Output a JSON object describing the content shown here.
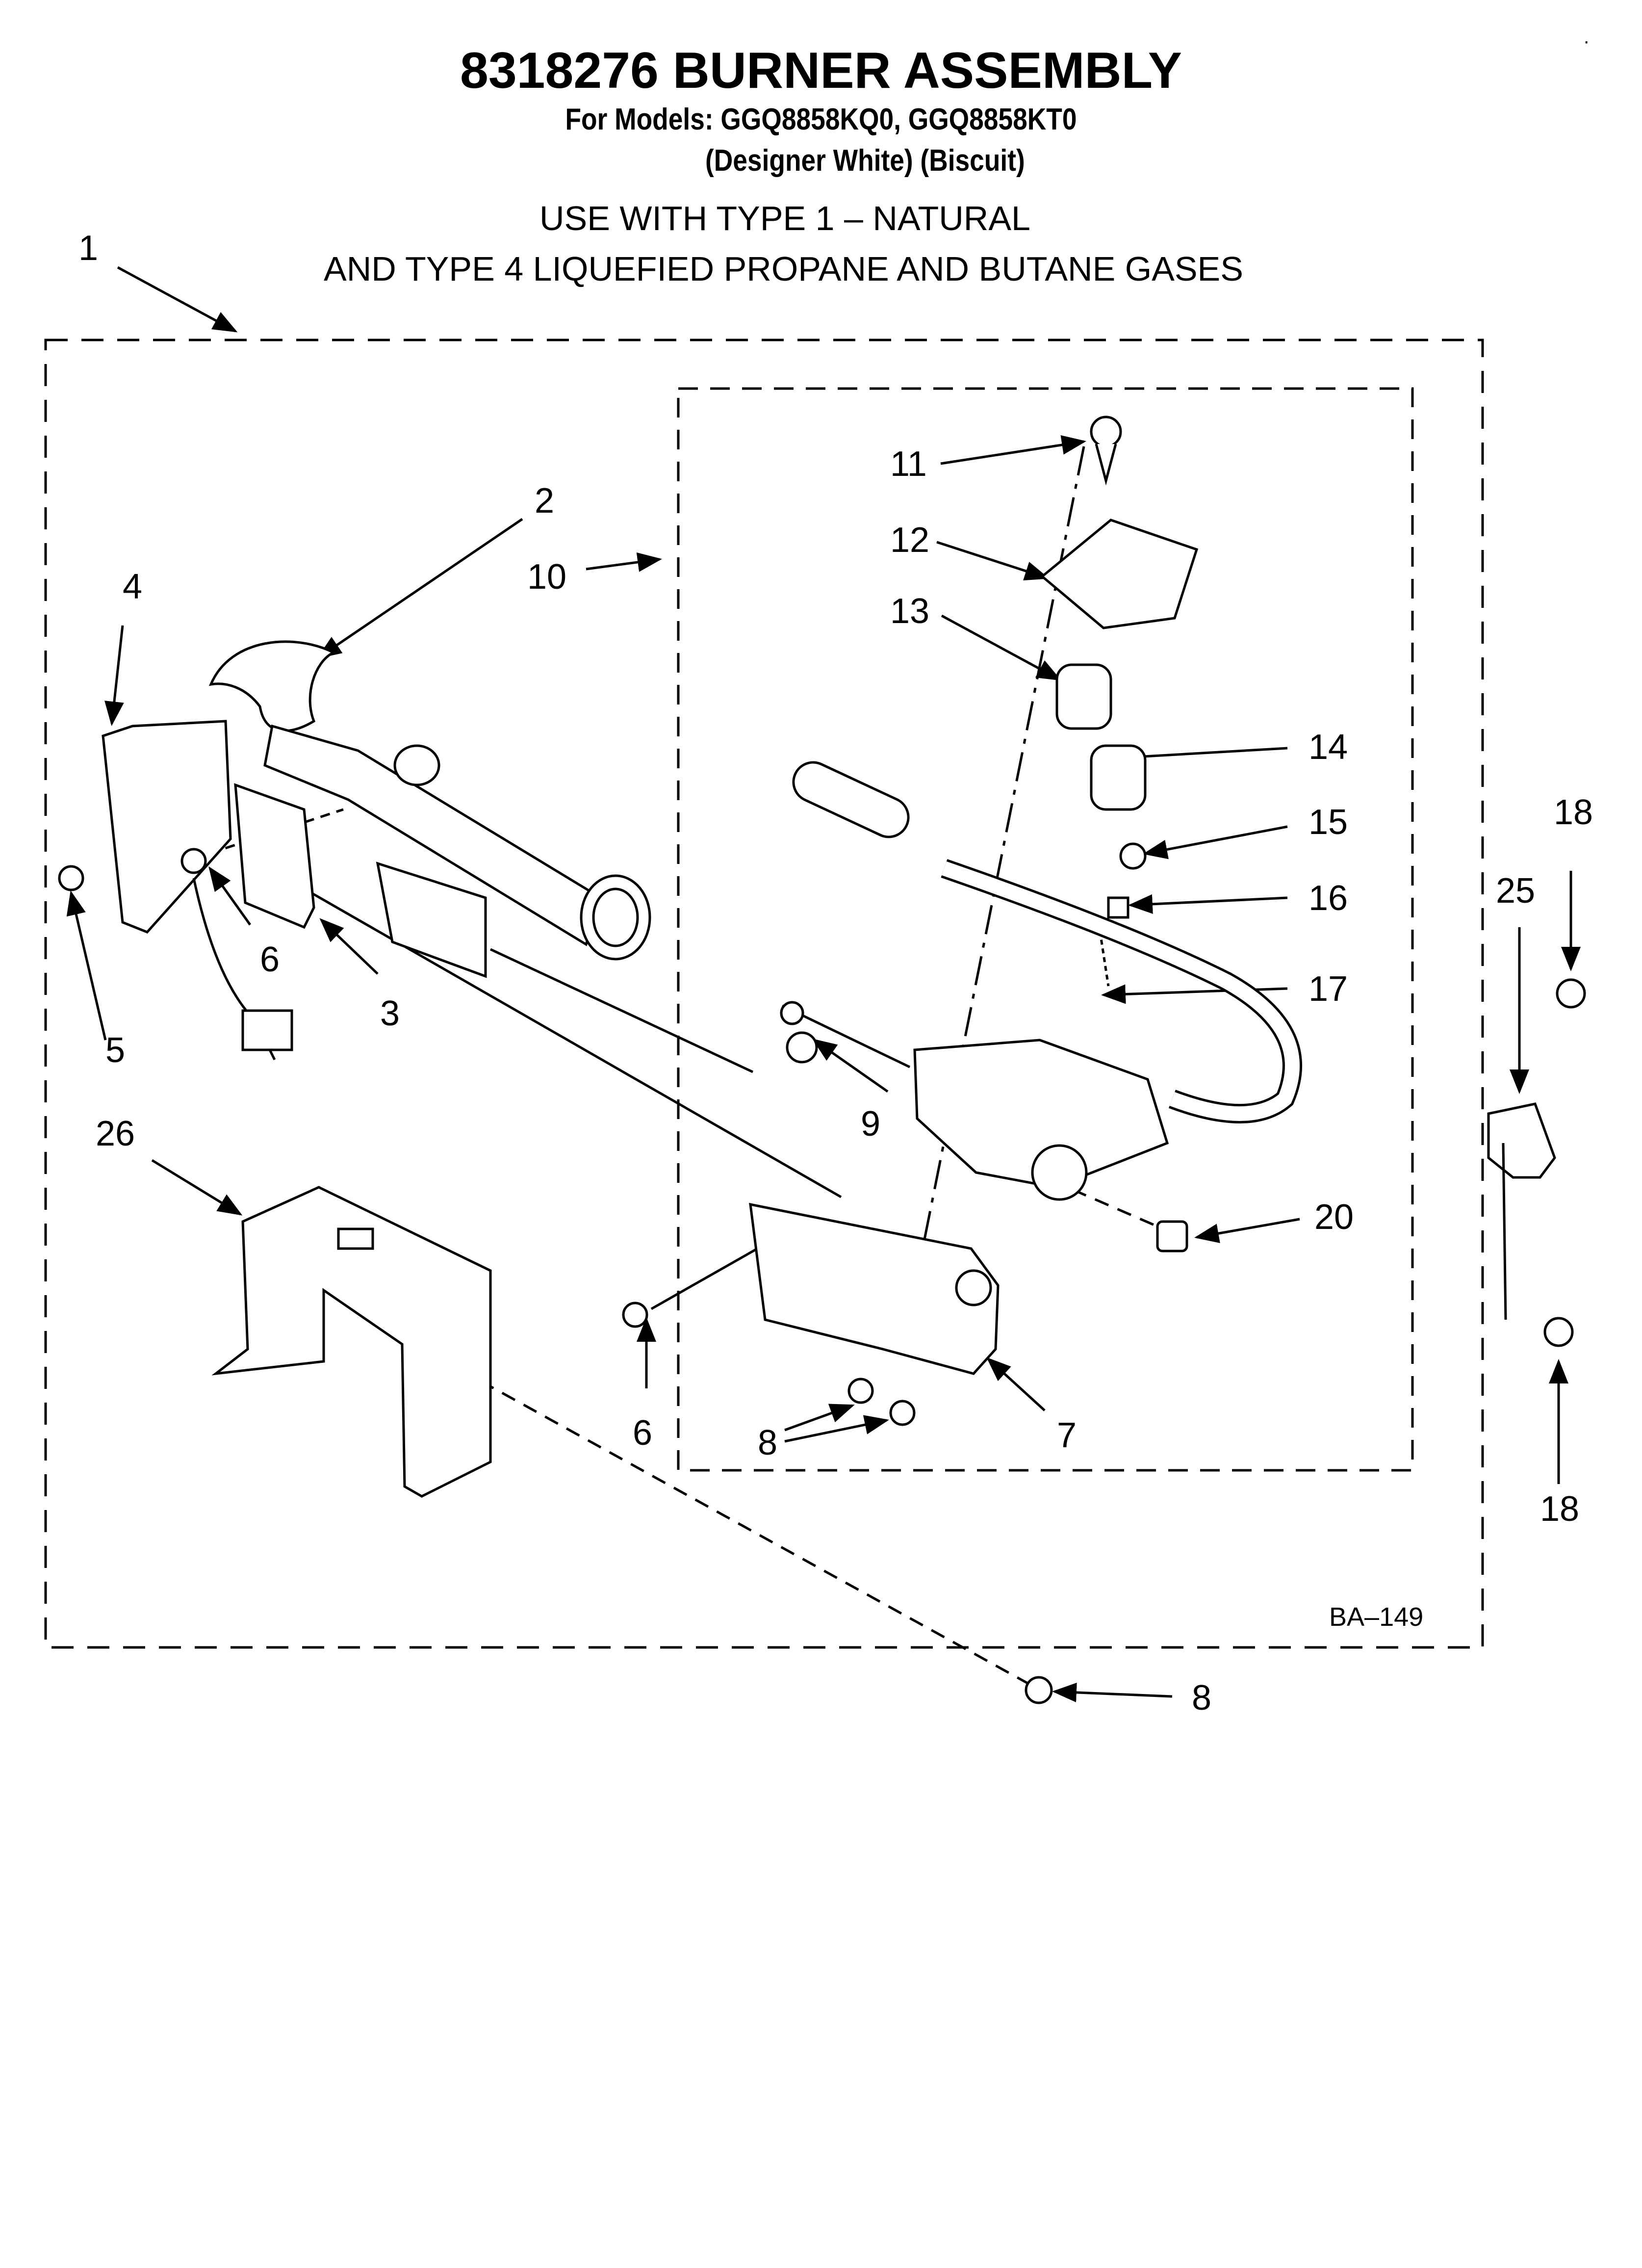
{
  "header": {
    "title": "8318276 BURNER ASSEMBLY",
    "models_line": "For Models: GGQ8858KQ0, GGQ8858KT0",
    "colors_line": "(Designer White)   (Biscuit)"
  },
  "usage": {
    "line1": "USE WITH TYPE 1 –  NATURAL",
    "line2": "AND TYPE 4    LIQUEFIED PROPANE AND BUTANE GASES"
  },
  "callouts": {
    "c1": "1",
    "c2": "2",
    "c3": "3",
    "c4": "4",
    "c5": "5",
    "c6a": "6",
    "c6b": "6",
    "c7": "7",
    "c8a": "8",
    "c8b": "8",
    "c9": "9",
    "c10": "10",
    "c11": "11",
    "c12": "12",
    "c13": "13",
    "c14": "14",
    "c15": "15",
    "c16": "16",
    "c17": "17",
    "c18a": "18",
    "c18b": "18",
    "c20": "20",
    "c25": "25",
    "c26": "26"
  },
  "diagram_code": "BA–149",
  "corner_mark": "·"
}
